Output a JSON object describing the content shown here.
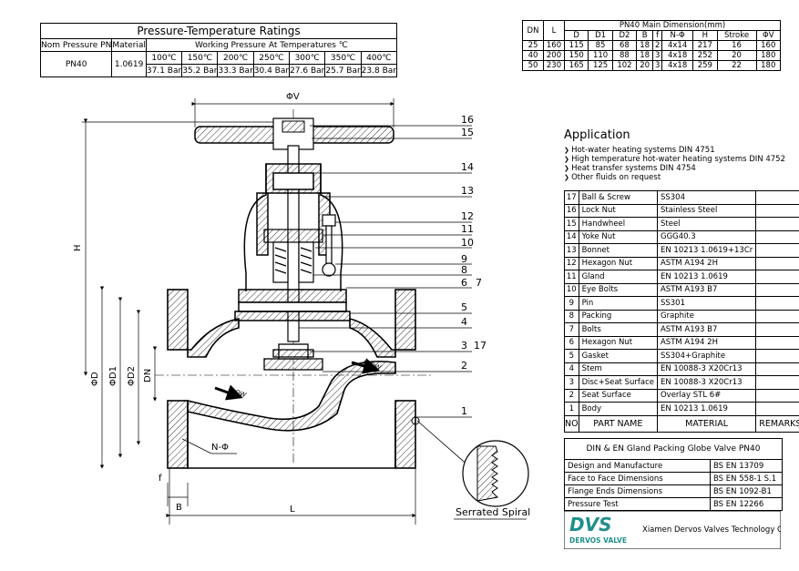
{
  "pressure_table": {
    "title": "Pressure-Temperature Ratings",
    "col_nom": "Nom Pressure PN",
    "col_material": "Material",
    "col_working": "Working Pressure At Temperatures ℃",
    "pn": "PN40",
    "material": "1.0619",
    "temps": [
      "100℃",
      "150℃",
      "200℃",
      "250℃",
      "300℃",
      "350℃",
      "400℃"
    ],
    "pressures": [
      "37.1 Bar",
      "35.2 Bar",
      "33.3 Bar",
      "30.4 Bar",
      "27.6 Bar",
      "25.7 Bar",
      "23.8 Bar"
    ]
  },
  "dimension_table": {
    "col_dn": "DN",
    "col_l": "L",
    "title": "PN40 Main Dimension(mm)",
    "headers": [
      "D",
      "D1",
      "D2",
      "B",
      "f",
      "N-Φ",
      "H",
      "Stroke",
      "ΦV"
    ],
    "rows": [
      {
        "dn": "25",
        "l": "160",
        "vals": [
          "115",
          "85",
          "68",
          "18",
          "2",
          "4x14",
          "217",
          "16",
          "160"
        ]
      },
      {
        "dn": "40",
        "l": "200",
        "vals": [
          "150",
          "110",
          "88",
          "18",
          "3",
          "4x18",
          "252",
          "20",
          "180"
        ]
      },
      {
        "dn": "50",
        "l": "230",
        "vals": [
          "165",
          "125",
          "102",
          "20",
          "3",
          "4x18",
          "259",
          "22",
          "180"
        ]
      }
    ]
  },
  "application": {
    "title": "Application",
    "items": [
      "Hot-water heating systems DIN 4751",
      "High temperature hot-water heating systems DIN 4752",
      "Heat transfer systems DIN 4754",
      "Other fluids on request"
    ]
  },
  "parts": {
    "headers": {
      "no": "NO",
      "name": "PART NAME",
      "material": "MATERIAL",
      "remarks": "REMARKS"
    },
    "rows": [
      {
        "no": "17",
        "name": "Ball & Screw",
        "material": "SS304",
        "remarks": ""
      },
      {
        "no": "16",
        "name": "Lock Nut",
        "material": "Stainless Steel",
        "remarks": ""
      },
      {
        "no": "15",
        "name": "Handwheel",
        "material": "Steel",
        "remarks": ""
      },
      {
        "no": "14",
        "name": "Yoke Nut",
        "material": "GGG40.3",
        "remarks": ""
      },
      {
        "no": "13",
        "name": "Bonnet",
        "material": "EN 10213 1.0619+13Cr",
        "remarks": ""
      },
      {
        "no": "12",
        "name": "Hexagon Nut",
        "material": "ASTM A194 2H",
        "remarks": ""
      },
      {
        "no": "11",
        "name": "Gland",
        "material": "EN 10213 1.0619",
        "remarks": ""
      },
      {
        "no": "10",
        "name": "Eye Bolts",
        "material": "ASTM A193 B7",
        "remarks": ""
      },
      {
        "no": "9",
        "name": "Pin",
        "material": "SS301",
        "remarks": ""
      },
      {
        "no": "8",
        "name": "Packing",
        "material": "Graphite",
        "remarks": ""
      },
      {
        "no": "7",
        "name": "Bolts",
        "material": "ASTM A193 B7",
        "remarks": ""
      },
      {
        "no": "6",
        "name": "Hexagon Nut",
        "material": "ASTM A194 2H",
        "remarks": ""
      },
      {
        "no": "5",
        "name": "Gasket",
        "material": "SS304+Graphite",
        "remarks": ""
      },
      {
        "no": "4",
        "name": "Stem",
        "material": "EN 10088-3 X20Cr13",
        "remarks": ""
      },
      {
        "no": "3",
        "name": "Disc+Seat Surface",
        "material": "EN 10088-3 X20Cr13",
        "remarks": ""
      },
      {
        "no": "2",
        "name": "Seat Surface",
        "material": "Overlay STL 6#",
        "remarks": ""
      },
      {
        "no": "1",
        "name": "Body",
        "material": "EN 10213 1.0619",
        "remarks": ""
      }
    ]
  },
  "title_block": {
    "product": "DIN & EN Gland Packing Globe Valve PN40",
    "rows": [
      {
        "label": "Design and Manufacture",
        "std": "BS EN 13709"
      },
      {
        "label": "Face to Face Dimensions",
        "std": "BS EN 558-1 S.1"
      },
      {
        "label": "Flange Ends Dimensions",
        "std": "BS EN 1092-B1"
      },
      {
        "label": "Pressure Test",
        "std": "BS EN 12266"
      }
    ]
  },
  "logo": {
    "mark": "DVS",
    "sub": "DERVOS VALVE",
    "company": "Xiamen Dervos Valves Technology Co.,Ltd.",
    "color": "#1f8f8c"
  },
  "drawing": {
    "phi_v": "ΦV",
    "h": "H",
    "phi_d": "ΦD",
    "phi_d1": "ΦD1",
    "phi_d2": "ΦD2",
    "dn": "DN",
    "n_phi": "N-Φ",
    "f": "f",
    "b": "B",
    "l": "L",
    "flow": "FLOW",
    "serrated": "Serrated Spiral",
    "callouts": [
      "16",
      "15",
      "14",
      "13",
      "12",
      "11",
      "10",
      "9",
      "8",
      "6",
      "7",
      "5",
      "4",
      "3",
      "17",
      "2",
      "1"
    ]
  }
}
